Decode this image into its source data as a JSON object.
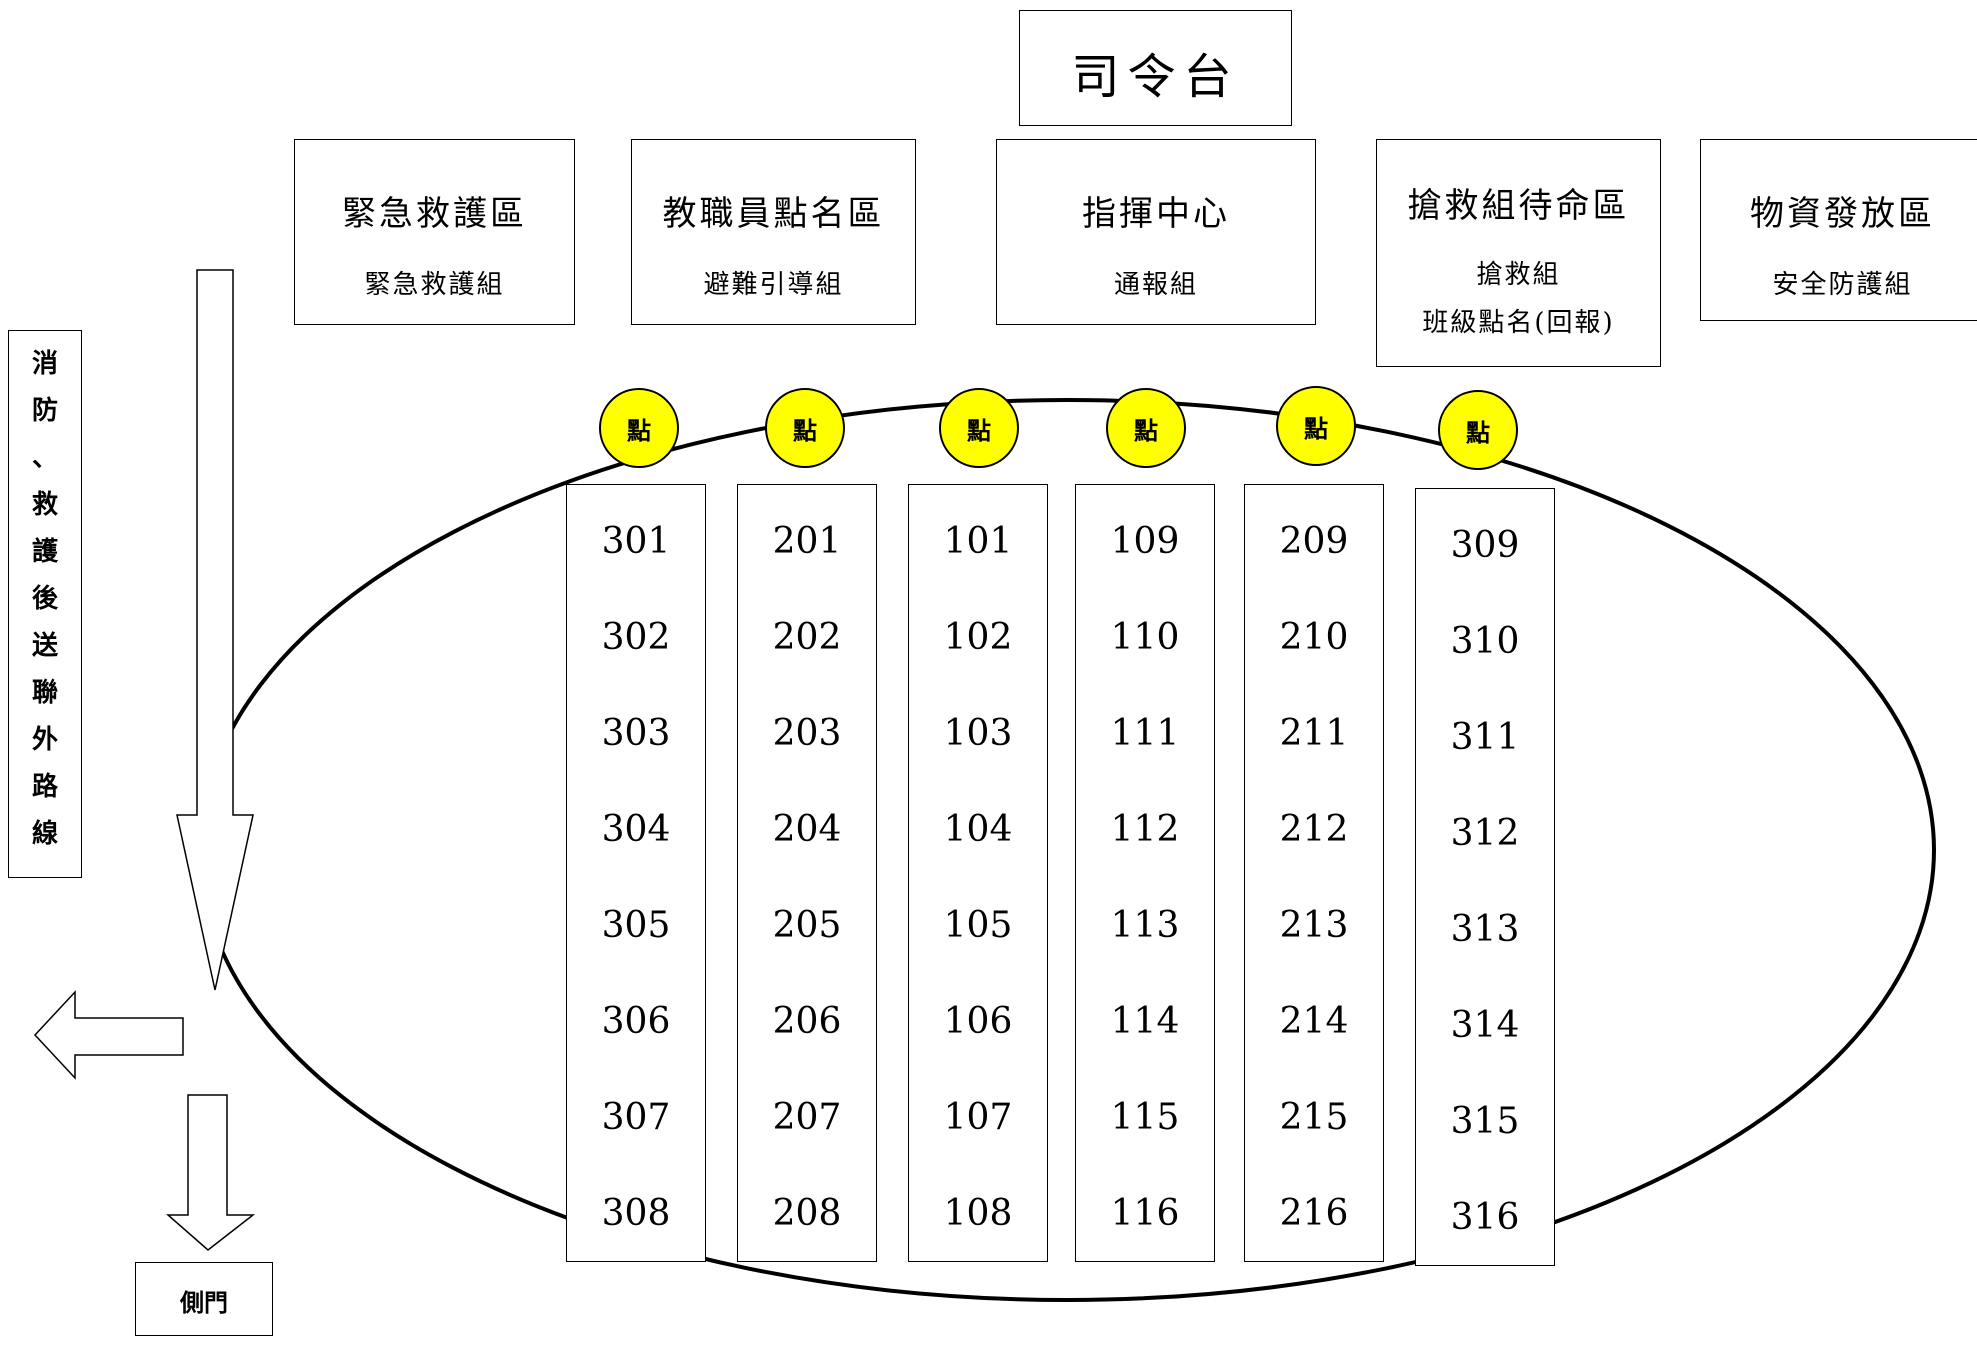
{
  "stage": {
    "label": "司令台"
  },
  "zones": [
    {
      "title": "緊急救護區",
      "sub": [
        "緊急救護組"
      ]
    },
    {
      "title": "教職員點名區",
      "sub": [
        "避難引導組"
      ]
    },
    {
      "title": "指揮中心",
      "sub": [
        "通報組"
      ]
    },
    {
      "title": "搶救組待命區",
      "sub": [
        "搶救組",
        "班級點名(回報)"
      ]
    },
    {
      "title": "物資發放區",
      "sub": [
        "安全防護組"
      ]
    }
  ],
  "roll_call_points": [
    "點",
    "點",
    "點",
    "點",
    "點",
    "點"
  ],
  "class_columns": [
    [
      "301",
      "302",
      "303",
      "304",
      "305",
      "306",
      "307",
      "308"
    ],
    [
      "201",
      "202",
      "203",
      "204",
      "205",
      "206",
      "207",
      "208"
    ],
    [
      "101",
      "102",
      "103",
      "104",
      "105",
      "106",
      "107",
      "108"
    ],
    [
      "109",
      "110",
      "111",
      "112",
      "113",
      "114",
      "115",
      "116"
    ],
    [
      "209",
      "210",
      "211",
      "212",
      "213",
      "214",
      "215",
      "216"
    ],
    [
      "309",
      "310",
      "311",
      "312",
      "313",
      "314",
      "315",
      "316"
    ]
  ],
  "route_label": [
    "消",
    "防",
    "、",
    "救",
    "護",
    "後",
    "送",
    "聯",
    "外",
    "路",
    "線"
  ],
  "side_gate": {
    "label": "側門"
  },
  "colors": {
    "roll_call_point": "#ffff00",
    "line": "#000000"
  }
}
